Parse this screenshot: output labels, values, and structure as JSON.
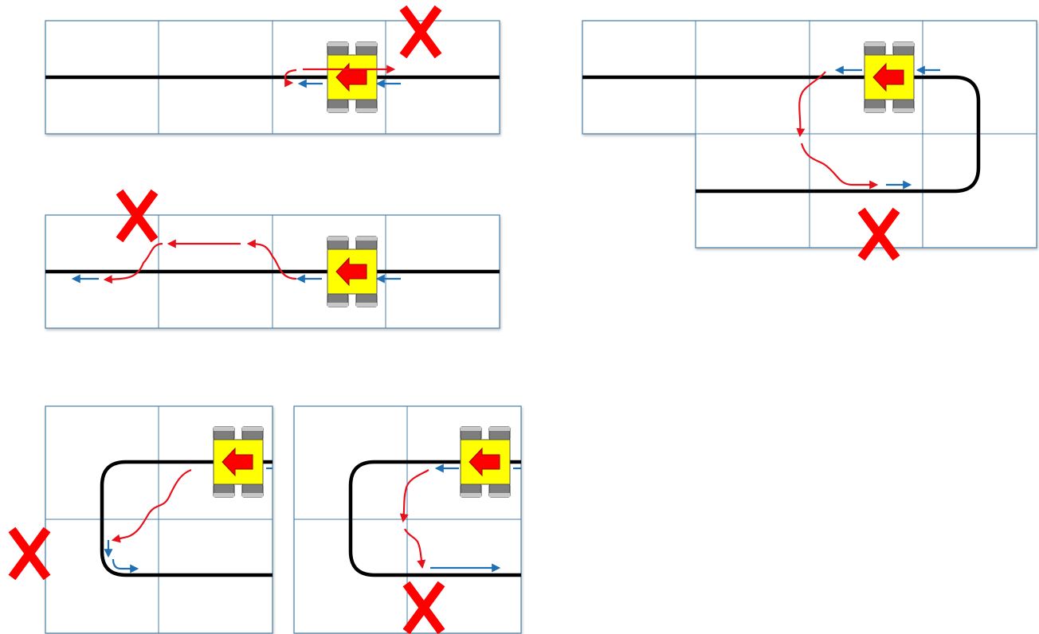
{
  "figure": {
    "panels": [
      {
        "id": "panel-1",
        "crossed_out": true
      },
      {
        "id": "panel-2",
        "crossed_out": true
      },
      {
        "id": "panel-3",
        "crossed_out": true
      },
      {
        "id": "panel-4",
        "crossed_out": true
      },
      {
        "id": "panel-5",
        "crossed_out": true
      }
    ]
  },
  "colors": {
    "grid_line": "#4a7fa7",
    "track": "#000000",
    "robot_body": "#ffff00",
    "robot_arrow": "#ff0000",
    "wheel": "#8a8a8a",
    "red_path": "#e8101a",
    "blue_arrow": "#1f6fb5",
    "cross": "#ff0000"
  },
  "icons": {
    "robot": "line-follower-robot-icon",
    "cross": "x-mark-icon"
  }
}
